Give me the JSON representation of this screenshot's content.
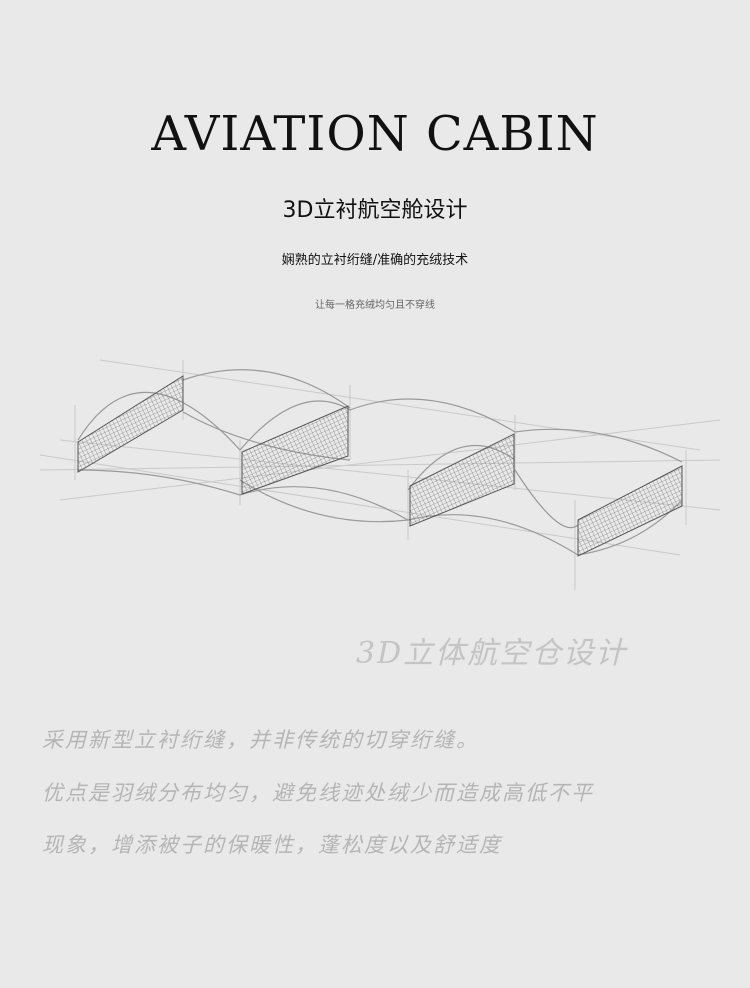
{
  "header": {
    "title": "AVIATION CABIN",
    "subtitle": "3D立衬航空舱设计",
    "tagline": "娴熟的立衬绗缝/准确的充绒技术",
    "note": "让每一格充绒均匀且不穿线"
  },
  "handwriting": {
    "title": "3D立体航空仓设计",
    "lines": [
      "采用新型立衬绗缝，并非传统的切穿绗缝。",
      "优点是羽绒分布均匀，避免线迹处绒少而造成高低不平",
      "现象，增添被子的保暖性，蓬松度以及舒适度"
    ]
  }
}
